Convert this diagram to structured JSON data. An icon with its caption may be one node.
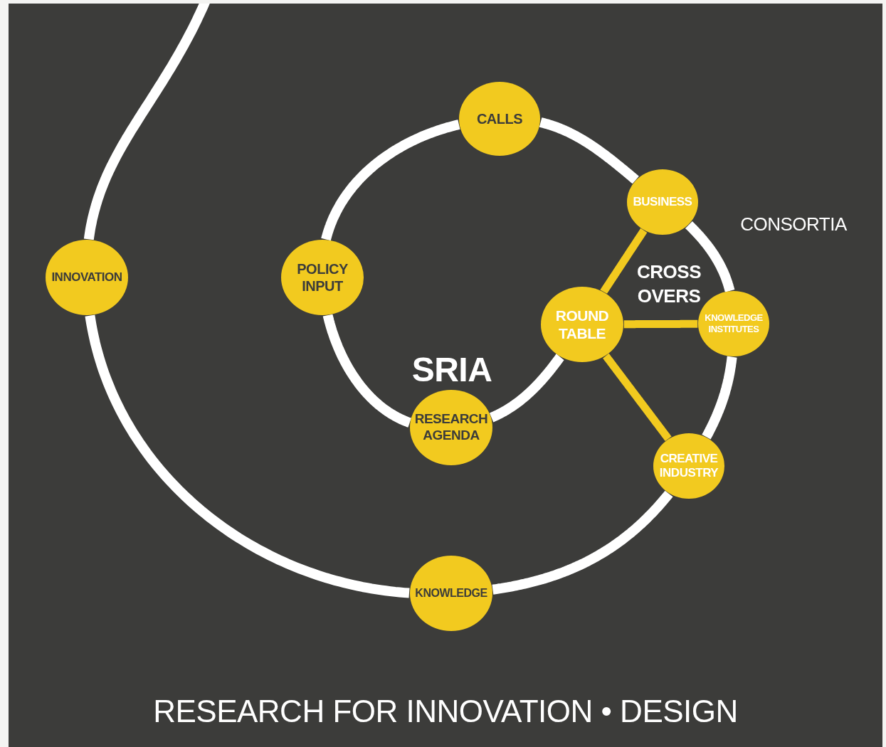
{
  "diagram": {
    "title": "RESEARCH FOR INNOVATION • DESIGN",
    "nodes": [
      {
        "text": [
          "CALLS"
        ]
      },
      {
        "text": [
          "BUSINESS"
        ]
      },
      {
        "text": [
          "INNOVATION"
        ]
      },
      {
        "text": [
          "POLICY INPUT"
        ]
      },
      {
        "text": [
          "ROUND TABLE"
        ]
      },
      {
        "text": [
          "KNOWLEDGE INSTITUTES"
        ]
      },
      {
        "text": [
          "RESEARCH AGENDA"
        ]
      },
      {
        "text": [
          "CREATIVE INDUSTRY"
        ]
      },
      {
        "text": [
          "KNOWLEDGE"
        ]
      }
    ],
    "edges": [
      {
        "from": null,
        "to": 2,
        "arrow": "none"
      },
      {
        "from": 2,
        "to": 8,
        "arrow": "none"
      },
      {
        "from": 8,
        "to": 7,
        "arrow": "none"
      },
      {
        "from": 7,
        "to": 5,
        "arrow": "none"
      },
      {
        "from": 5,
        "to": 1,
        "arrow": "none"
      },
      {
        "from": 1,
        "to": 0,
        "arrow": "none"
      },
      {
        "from": 0,
        "to": 3,
        "arrow": "none"
      },
      {
        "from": 3,
        "to": 6,
        "arrow": "none"
      },
      {
        "from": 6,
        "to": 4,
        "arrow": "none"
      },
      {
        "from": 4,
        "to": 1,
        "arrow": "none",
        "color": "#f2ca1f"
      },
      {
        "from": 4,
        "to": 5,
        "arrow": "none",
        "color": "#f2ca1f"
      },
      {
        "from": 4,
        "to": 7,
        "arrow": "none",
        "color": "#f2ca1f"
      }
    ],
    "labels": [
      "CONSORTIA",
      "CROSS OVERS",
      "SRIA"
    ]
  }
}
